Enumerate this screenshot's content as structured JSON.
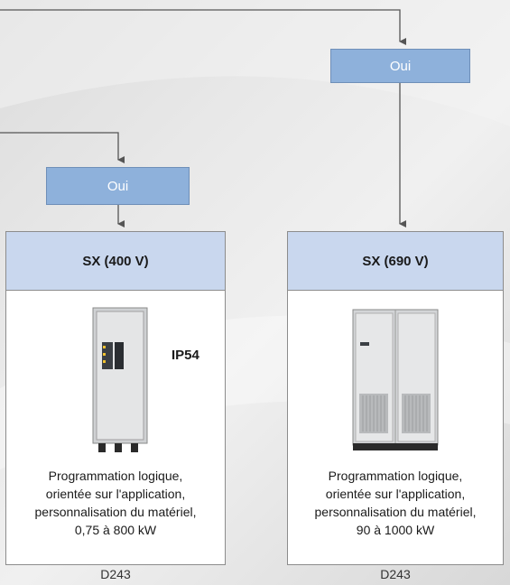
{
  "left_branch": {
    "decision_label": "Oui",
    "card": {
      "title": "SX (400 V)",
      "badge": "IP54",
      "description_lines": [
        "Programmation logique,",
        "orientée sur l'application,",
        "personnalisation du matériel,",
        "0,75 à 800 kW"
      ],
      "reference": "D243"
    }
  },
  "right_branch": {
    "decision_label": "Oui",
    "card": {
      "title": "SX (690 V)",
      "description_lines": [
        "Programmation logique,",
        "orientée sur l'application,",
        "personnalisation du matériel,",
        "90 à 1000 kW"
      ],
      "reference": "D243"
    }
  },
  "colors": {
    "decision_fill": "#8eb1db",
    "header_fill": "#c9d7ee",
    "connector": "#555555"
  },
  "icons": [
    "single-cabinet-drive-image",
    "double-cabinet-drive-image"
  ]
}
